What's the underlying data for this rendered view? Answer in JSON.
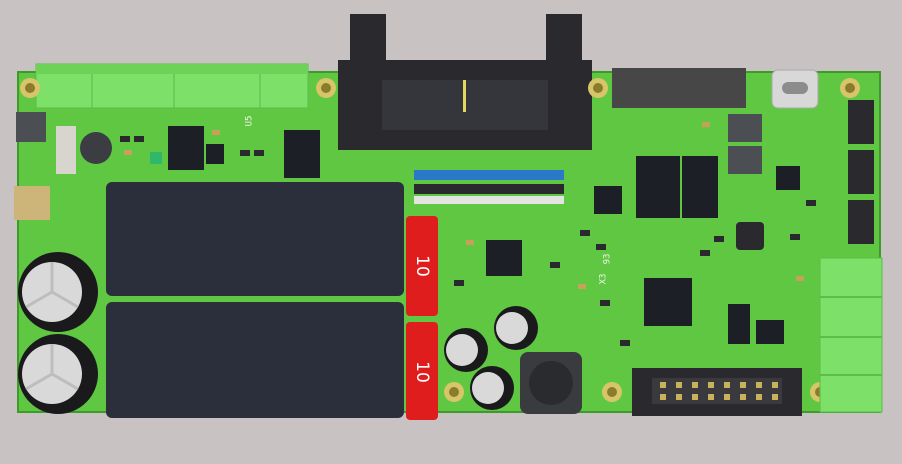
{
  "scene": {
    "type": "pcb-3d-render",
    "colors": {
      "background": "#c9c2c3",
      "board": "#5fc742",
      "board_dark": "#4fae36",
      "terminal_block": "#7de068",
      "relay": "#2b2f3b",
      "fuse": "#e01d1d",
      "chip": "#1d1f26",
      "capacitor_top": "#d9d9d9",
      "connector_gray": "#4a4a4a"
    }
  },
  "labels": {
    "fuse_top": "10",
    "fuse_bottom": "10",
    "silk_x3": "X3",
    "silk_93": "93",
    "silk_u5": "U5"
  },
  "icons": {
    "usb": "usb-c-connector-icon",
    "header": "idc-box-header-icon"
  }
}
